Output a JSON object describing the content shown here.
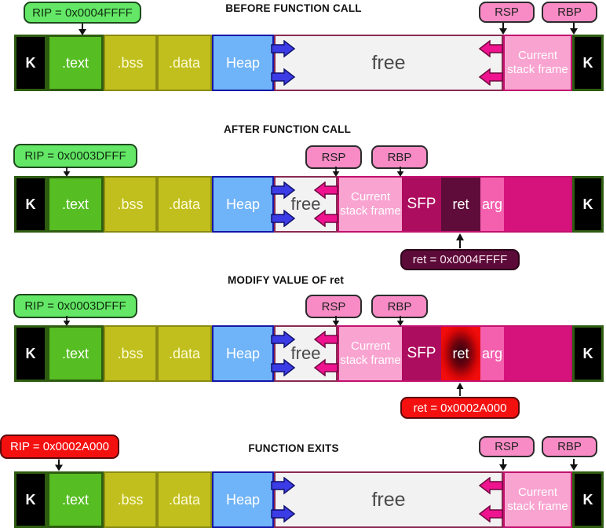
{
  "colors": {
    "text_segment": "#56bd22",
    "bss_data_segment": "#c1bf1d",
    "heap_segment": "#6fb3f8",
    "free_segment": "#f2f2f2",
    "current_stack_frame": "#f9a3d0",
    "sfp_segment": "#ad0d5e",
    "ret_segment": "#5f0c3a",
    "ret_modified": "#f20c0c",
    "arg_segment": "#f45fae",
    "stack_fill": "#d6137c",
    "rip_label_ok": "#64e766",
    "rip_label_bad": "#f51010",
    "register_pill": "#f88bc5",
    "heap_arrow": "#3c3ce6",
    "stack_arrow": "#ef1390"
  },
  "icons": {
    "heap_grow_arrows": "double-right-arrow",
    "stack_grow_arrows": "double-left-arrow",
    "pointer_down": "down-arrow",
    "pointer_up": "up-arrow"
  },
  "panels": [
    {
      "title": "BEFORE FUNCTION CALL",
      "rip_label": "RIP = 0x0004FFFF",
      "rsp_label": "RSP",
      "rbp_label": "RBP",
      "segments": {
        "k_left": "K",
        "text": ".text",
        "bss": ".bss",
        "data": ".data",
        "heap": "Heap",
        "free": "free",
        "current": "Current stack frame",
        "k_right": "K"
      }
    },
    {
      "title": "AFTER FUNCTION CALL",
      "rip_label": "RIP = 0x0003DFFF",
      "rsp_label": "RSP",
      "rbp_label": "RBP",
      "ret_value_label": "ret = 0x0004FFFF",
      "segments": {
        "k_left": "K",
        "text": ".text",
        "bss": ".bss",
        "data": ".data",
        "heap": "Heap",
        "free": "free",
        "current": "Current stack frame",
        "sfp": "SFP",
        "ret": "ret",
        "arg": "arg",
        "k_right": "K"
      }
    },
    {
      "title": "MODIFY VALUE OF ret",
      "rip_label": "RIP = 0x0003DFFF",
      "rsp_label": "RSP",
      "rbp_label": "RBP",
      "ret_value_label": "ret = 0x0002A000",
      "segments": {
        "k_left": "K",
        "text": ".text",
        "bss": ".bss",
        "data": ".data",
        "heap": "Heap",
        "free": "free",
        "current": "Current stack frame",
        "sfp": "SFP",
        "ret": "ret",
        "arg": "arg",
        "k_right": "K"
      }
    },
    {
      "title": "FUNCTION EXITS",
      "rip_label": "RIP = 0x0002A000",
      "rsp_label": "RSP",
      "rbp_label": "RBP",
      "segments": {
        "k_left": "K",
        "text": ".text",
        "bss": ".bss",
        "data": ".data",
        "heap": "Heap",
        "free": "free",
        "current": "Current stack frame",
        "k_right": "K"
      }
    }
  ]
}
